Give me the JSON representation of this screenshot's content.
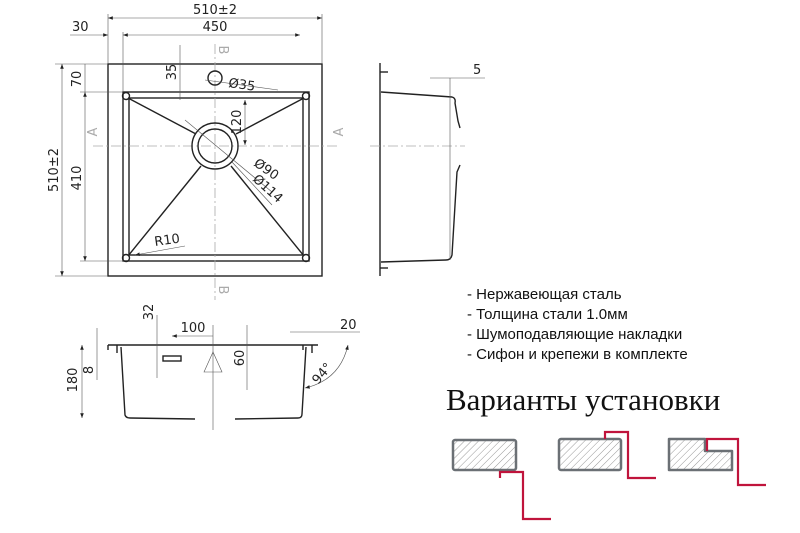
{
  "top_view": {
    "overall_width": "510±2",
    "bowl_width": "450",
    "flange_side": "30",
    "overall_depth": "510±2",
    "bowl_depth": "410",
    "flange_back": "70",
    "tap_offset": "35",
    "tap_hole": "Ø35",
    "drain_offset": "120",
    "drain_inner": "Ø90",
    "drain_outer": "Ø114",
    "corner_radius": "R10",
    "section_a": "A",
    "section_b": "B"
  },
  "section_view": {
    "height": "180",
    "rim": "8",
    "overflow_height": "32",
    "overflow_offset": "100",
    "label_height": "60",
    "flange": "20",
    "wall_angle": "94°"
  },
  "side_view": {
    "rim_offset": "5"
  },
  "features": [
    "- Нержавеющая сталь",
    "- Толщина стали 1.0мм",
    "- Шумоподавляющие накладки",
    "- Сифон и крепежи в комплекте"
  ],
  "install_title": "Варианты установки",
  "colors": {
    "accent": "#c0143c",
    "counter": "#6b7075"
  }
}
